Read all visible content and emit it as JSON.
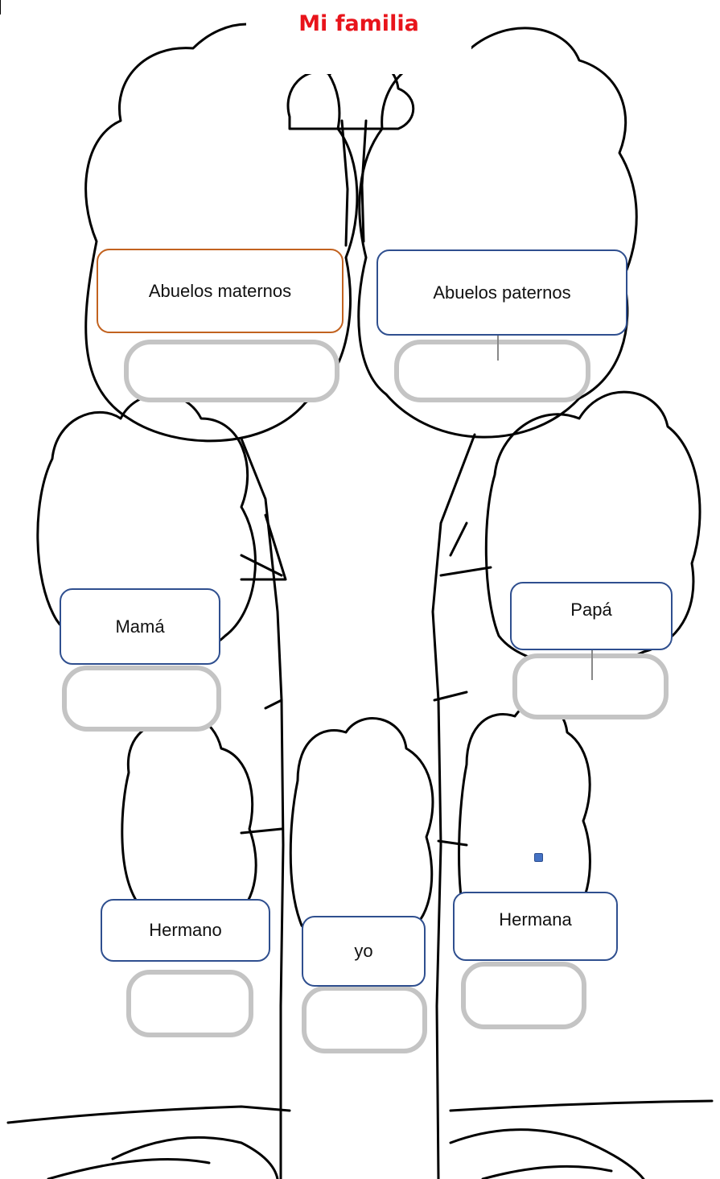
{
  "title": "Mi familia",
  "colors": {
    "title": "#e8141b",
    "box_border": "#2f4f8f",
    "maternal_box_border": "#c2621f",
    "name_slot": "#c4c4c4",
    "outline": "#000000",
    "handle": "#4472c4"
  },
  "labels": {
    "abuelos_maternos": "Abuelos maternos",
    "abuelos_paternos": "Abuelos paternos",
    "mama": "Mamá",
    "papa": "Papá",
    "hermano": "Hermano",
    "yo": "yo",
    "hermana": "Hermana"
  }
}
